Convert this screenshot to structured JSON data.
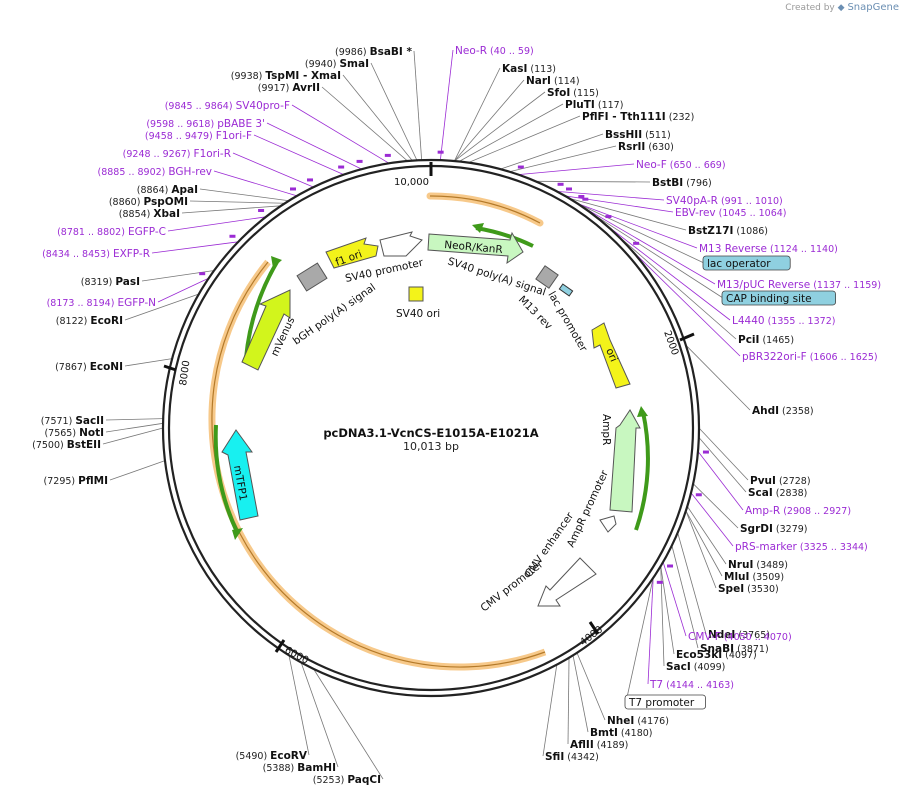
{
  "credit": {
    "prefix": "Created by",
    "brand": "SnapGene"
  },
  "plasmid": {
    "name": "pcDNA3.1-VcnCS-E1015A-E1021A",
    "length_label": "10,013 bp"
  },
  "ticks": [
    "2000",
    "4000",
    "6000",
    "8000",
    "10,000"
  ],
  "colors": {
    "site": "#111111",
    "primer": "#9b2bd4",
    "ring": "#222222",
    "orf_yellow": "#f3f31a",
    "orf_green": "#c8f7c0",
    "orf_cyan": "#18f0f0",
    "orf_lime": "#d2f51c",
    "gray": "#a9a9a9",
    "highlight": "#f7c98a",
    "green_arrow": "#3f9a1a",
    "box_fill": "#8fd0e0"
  },
  "left_sites": [
    {
      "pos": "(9986)",
      "name": "BsaBI",
      "suffix": "*"
    },
    {
      "pos": "(9940)",
      "name": "SmaI"
    },
    {
      "pos": "(9938)",
      "name": "TspMI",
      "suffix": "- XmaI"
    },
    {
      "pos": "(9917)",
      "name": "AvrII"
    },
    {
      "pos": "(9845 .. 9864)",
      "name": "SV40pro-F",
      "primer": true
    },
    {
      "pos": "(9598 .. 9618)",
      "name": "pBABE 3'",
      "primer": true
    },
    {
      "pos": "(9458 .. 9479)",
      "name": "F1ori-F",
      "primer": true
    },
    {
      "pos": "(9248 .. 9267)",
      "name": "F1ori-R",
      "primer": true
    },
    {
      "pos": "(8885 .. 8902)",
      "name": "BGH-rev",
      "primer": true
    },
    {
      "pos": "(8864)",
      "name": "ApaI"
    },
    {
      "pos": "(8860)",
      "name": "PspOMI"
    },
    {
      "pos": "(8854)",
      "name": "XbaI"
    },
    {
      "pos": "(8781 .. 8802)",
      "name": "EGFP-C",
      "primer": true
    },
    {
      "pos": "(8434 .. 8453)",
      "name": "EXFP-R",
      "primer": true
    },
    {
      "pos": "(8319)",
      "name": "PasI"
    },
    {
      "pos": "(8173 .. 8194)",
      "name": "EGFP-N",
      "primer": true
    },
    {
      "pos": "(8122)",
      "name": "EcoRI"
    },
    {
      "pos": "(7867)",
      "name": "EcoNI"
    },
    {
      "pos": "(7571)",
      "name": "SacII"
    },
    {
      "pos": "(7565)",
      "name": "NotI"
    },
    {
      "pos": "(7500)",
      "name": "BstEII"
    },
    {
      "pos": "(7295)",
      "name": "PflMI"
    },
    {
      "pos": "(5490)",
      "name": "EcoRV"
    },
    {
      "pos": "(5388)",
      "name": "BamHI"
    },
    {
      "pos": "(5253)",
      "name": "PaqCI"
    }
  ],
  "right_sites": [
    {
      "name": "Neo-R",
      "pos": "(40 .. 59)",
      "primer": true
    },
    {
      "name": "KasI",
      "pos": "(113)"
    },
    {
      "name": "NarI",
      "pos": "(114)"
    },
    {
      "name": "SfoI",
      "pos": "(115)"
    },
    {
      "name": "PluTI",
      "pos": "(117)"
    },
    {
      "name": "PflFI",
      "suffix": "- Tth111I",
      "pos": "(232)"
    },
    {
      "name": "BssHII",
      "pos": "(511)"
    },
    {
      "name": "RsrII",
      "pos": "(630)"
    },
    {
      "name": "Neo-F",
      "pos": "(650 .. 669)",
      "primer": true
    },
    {
      "name": "BstBI",
      "pos": "(796)"
    },
    {
      "name": "SV40pA-R",
      "pos": "(991 .. 1010)",
      "primer": true
    },
    {
      "name": "EBV-rev",
      "pos": "(1045 .. 1064)",
      "primer": true
    },
    {
      "name": "BstZ17I",
      "pos": "(1086)"
    },
    {
      "name": "M13 Reverse",
      "pos": "(1124 .. 1140)",
      "primer": true
    },
    {
      "name": "lac operator",
      "box": true
    },
    {
      "name": "M13/pUC Reverse",
      "pos": "(1137 .. 1159)",
      "primer": true
    },
    {
      "name": "CAP binding site",
      "box": true
    },
    {
      "name": "L4440",
      "pos": "(1355 .. 1372)",
      "primer": true
    },
    {
      "name": "PciI",
      "pos": "(1465)"
    },
    {
      "name": "pBR322ori-F",
      "pos": "(1606 .. 1625)",
      "primer": true
    },
    {
      "name": "AhdI",
      "pos": "(2358)"
    },
    {
      "name": "PvuI",
      "pos": "(2728)"
    },
    {
      "name": "ScaI",
      "pos": "(2838)"
    },
    {
      "name": "Amp-R",
      "pos": "(2908 .. 2927)",
      "primer": true
    },
    {
      "name": "SgrDI",
      "pos": "(3279)"
    },
    {
      "name": "pRS-marker",
      "pos": "(3325 .. 3344)",
      "primer": true
    },
    {
      "name": "NruI",
      "pos": "(3489)"
    },
    {
      "name": "MluI",
      "pos": "(3509)"
    },
    {
      "name": "SpeI",
      "pos": "(3530)"
    },
    {
      "name": "NdeI",
      "pos": "(3765)"
    },
    {
      "name": "SnaBI",
      "pos": "(3871)"
    },
    {
      "name": "CMV-F",
      "pos": "(4050 .. 4070)",
      "primer": true
    },
    {
      "name": "Eco53kI",
      "pos": "(4097)"
    },
    {
      "name": "SacI",
      "pos": "(4099)"
    },
    {
      "name": "T7",
      "pos": "(4144 .. 4163)",
      "primer": true
    },
    {
      "name": "T7 promoter",
      "box": true
    },
    {
      "name": "NheI",
      "pos": "(4176)"
    },
    {
      "name": "BmtI",
      "pos": "(4180)"
    },
    {
      "name": "AflII",
      "pos": "(4189)"
    },
    {
      "name": "SfiI",
      "pos": "(4342)"
    }
  ],
  "features": {
    "neor": "NeoR/KanR",
    "sv40_polya": "SV40 poly(A) signal",
    "lac_promoter": "lac promoter",
    "m13_rev": "M13 rev",
    "ori": "ori",
    "ampr": "AmpR",
    "ampr_promoter": "AmpR promoter",
    "cmv_enhancer": "CMV enhancer",
    "cmv_promoter": "CMV promoter",
    "mtfp1": "mTFP1",
    "mvenus": "mVenus",
    "bgh": "bGH poly(A) signal",
    "f1ori": "f1 ori",
    "sv40_promoter": "SV40 promoter",
    "sv40_ori": "SV40 ori"
  }
}
